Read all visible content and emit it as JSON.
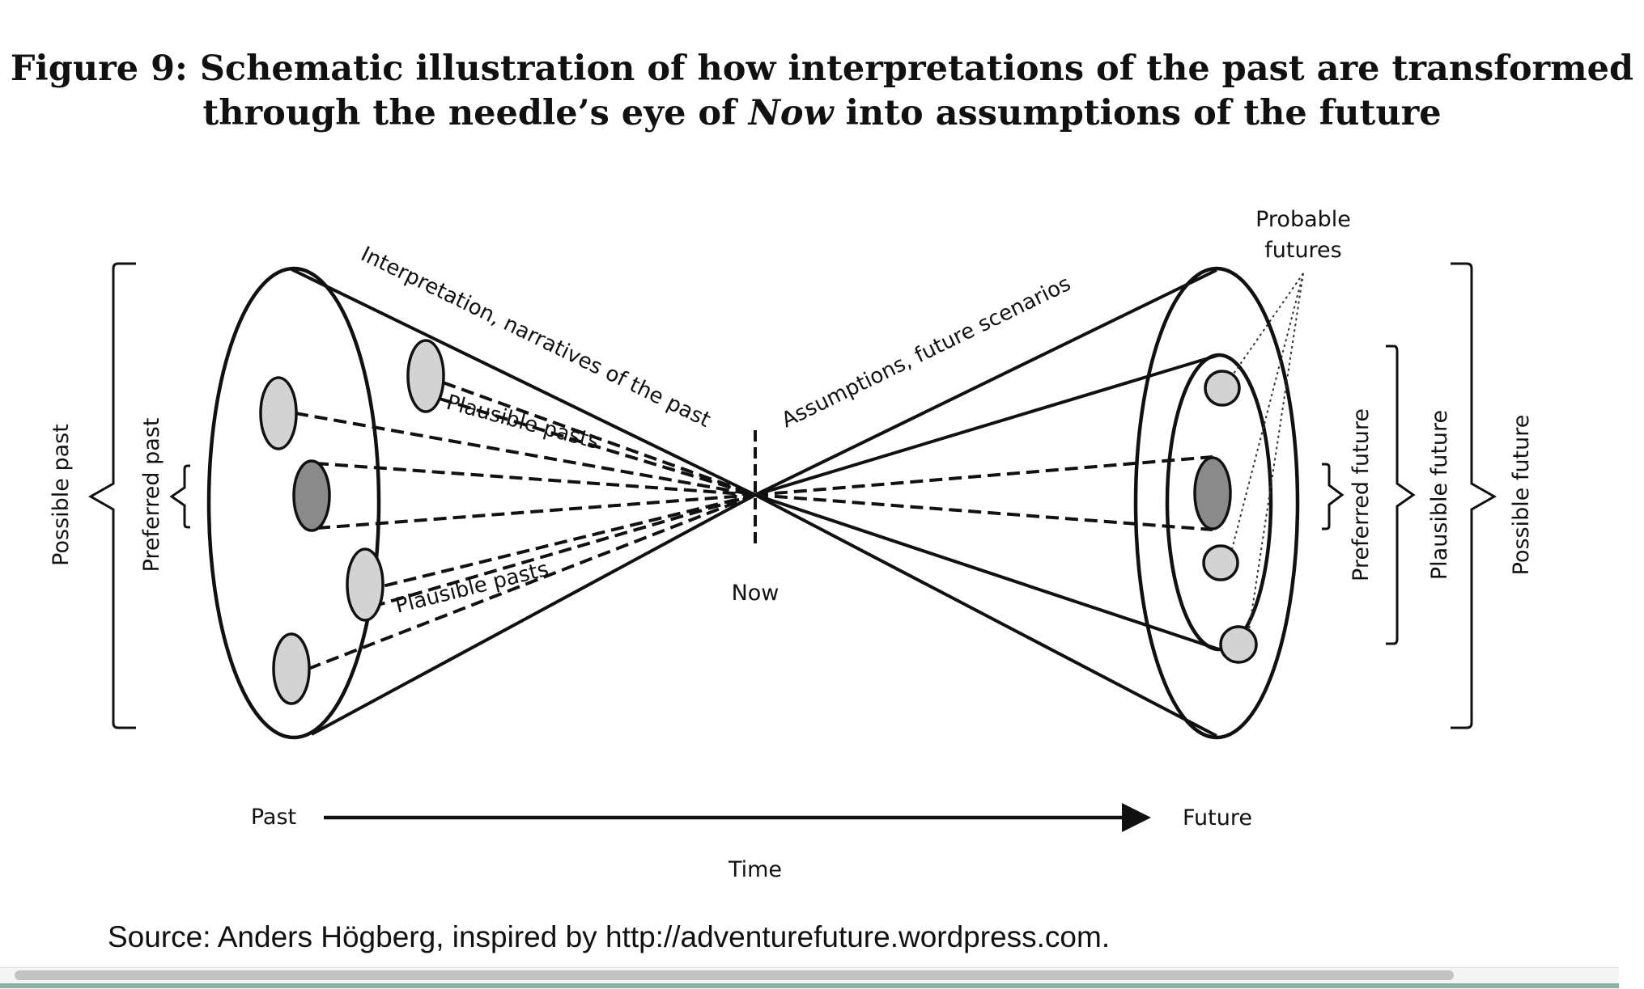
{
  "figure": {
    "title_line1": "Figure 9: Schematic illustration of how interpretations of the past are transformed",
    "title_line2_before": "through the needle’s eye of ",
    "title_line2_italic": "Now",
    "title_line2_after": " into assumptions of the future"
  },
  "labels": {
    "interpretation": "Interpretation, narratives of the past",
    "assumptions": "Assumptions, future scenarios",
    "plausible_pasts_upper": "Plausible pasts",
    "plausible_pasts_lower": "Plausible pasts",
    "now": "Now",
    "probable_futures_1": "Probable",
    "probable_futures_2": "futures",
    "possible_past": "Possible past",
    "preferred_past": "Preferred past",
    "preferred_future": "Preferred future",
    "plausible_future": "Plausible future",
    "possible_future": "Possible future",
    "past": "Past",
    "future": "Future",
    "time": "Time"
  },
  "source": "Source: Anders Högberg, inspired by http://adventurefuture.wordpress.com.",
  "colors": {
    "stroke": "#111111",
    "ellipse_light": "#d3d3d3",
    "ellipse_dark": "#8a8a8a",
    "scrollbar_thumb": "#c2c2c2",
    "bottom_strip": "#7fb7a3"
  }
}
